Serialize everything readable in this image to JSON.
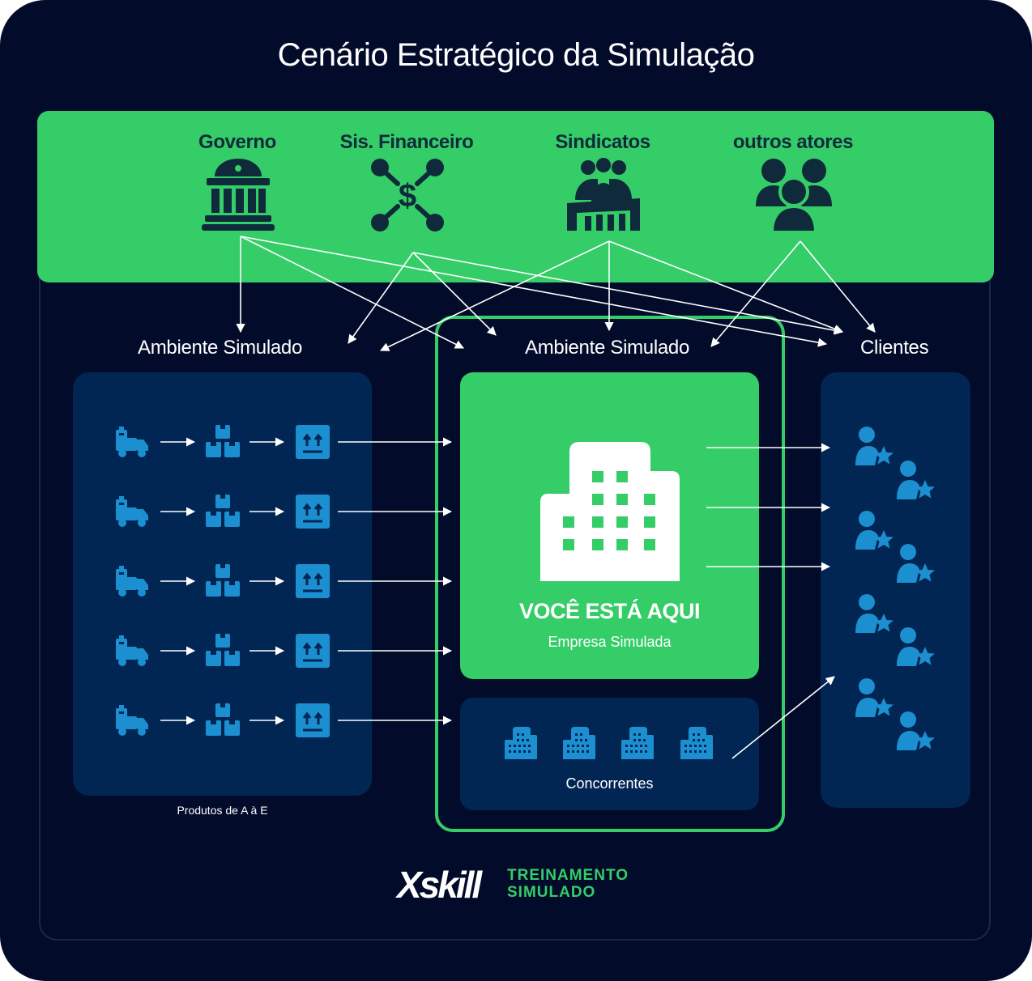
{
  "title": "Cenário Estratégico da Simulação",
  "actors": [
    {
      "label": "Governo",
      "icon": "bank-icon"
    },
    {
      "label": "Sis. Financeiro",
      "icon": "financial-network-icon"
    },
    {
      "label": "Sindicatos",
      "icon": "union-crowd-icon"
    },
    {
      "label": "outros atores",
      "icon": "people-group-icon"
    }
  ],
  "environments": {
    "left_label": "Ambiente Simulado",
    "center_label": "Ambiente Simulado",
    "right_label": "Clientes"
  },
  "products": {
    "caption": "Produtos de A à E",
    "rows": 5,
    "icons": [
      "delivery-truck-icon",
      "boxes-stack-icon",
      "shipping-box-icon"
    ]
  },
  "company": {
    "headline": "VOCÊ ESTÁ AQUI",
    "subtitle": "Empresa Simulada",
    "icon": "office-building-icon"
  },
  "competitors": {
    "label": "Concorrentes",
    "count": 4,
    "icon": "small-building-icon"
  },
  "clients": {
    "count": 8,
    "icon": "star-customer-icon"
  },
  "brand": {
    "name": "Xskill",
    "tagline_line1": "TREINAMENTO",
    "tagline_line2": "SIMULADO"
  },
  "colors": {
    "background": "#030b2a",
    "accent_green": "#35cd68",
    "panel_blue": "#012654",
    "icon_blue": "#1c8fd0",
    "actor_icon": "#0f2a3a"
  }
}
